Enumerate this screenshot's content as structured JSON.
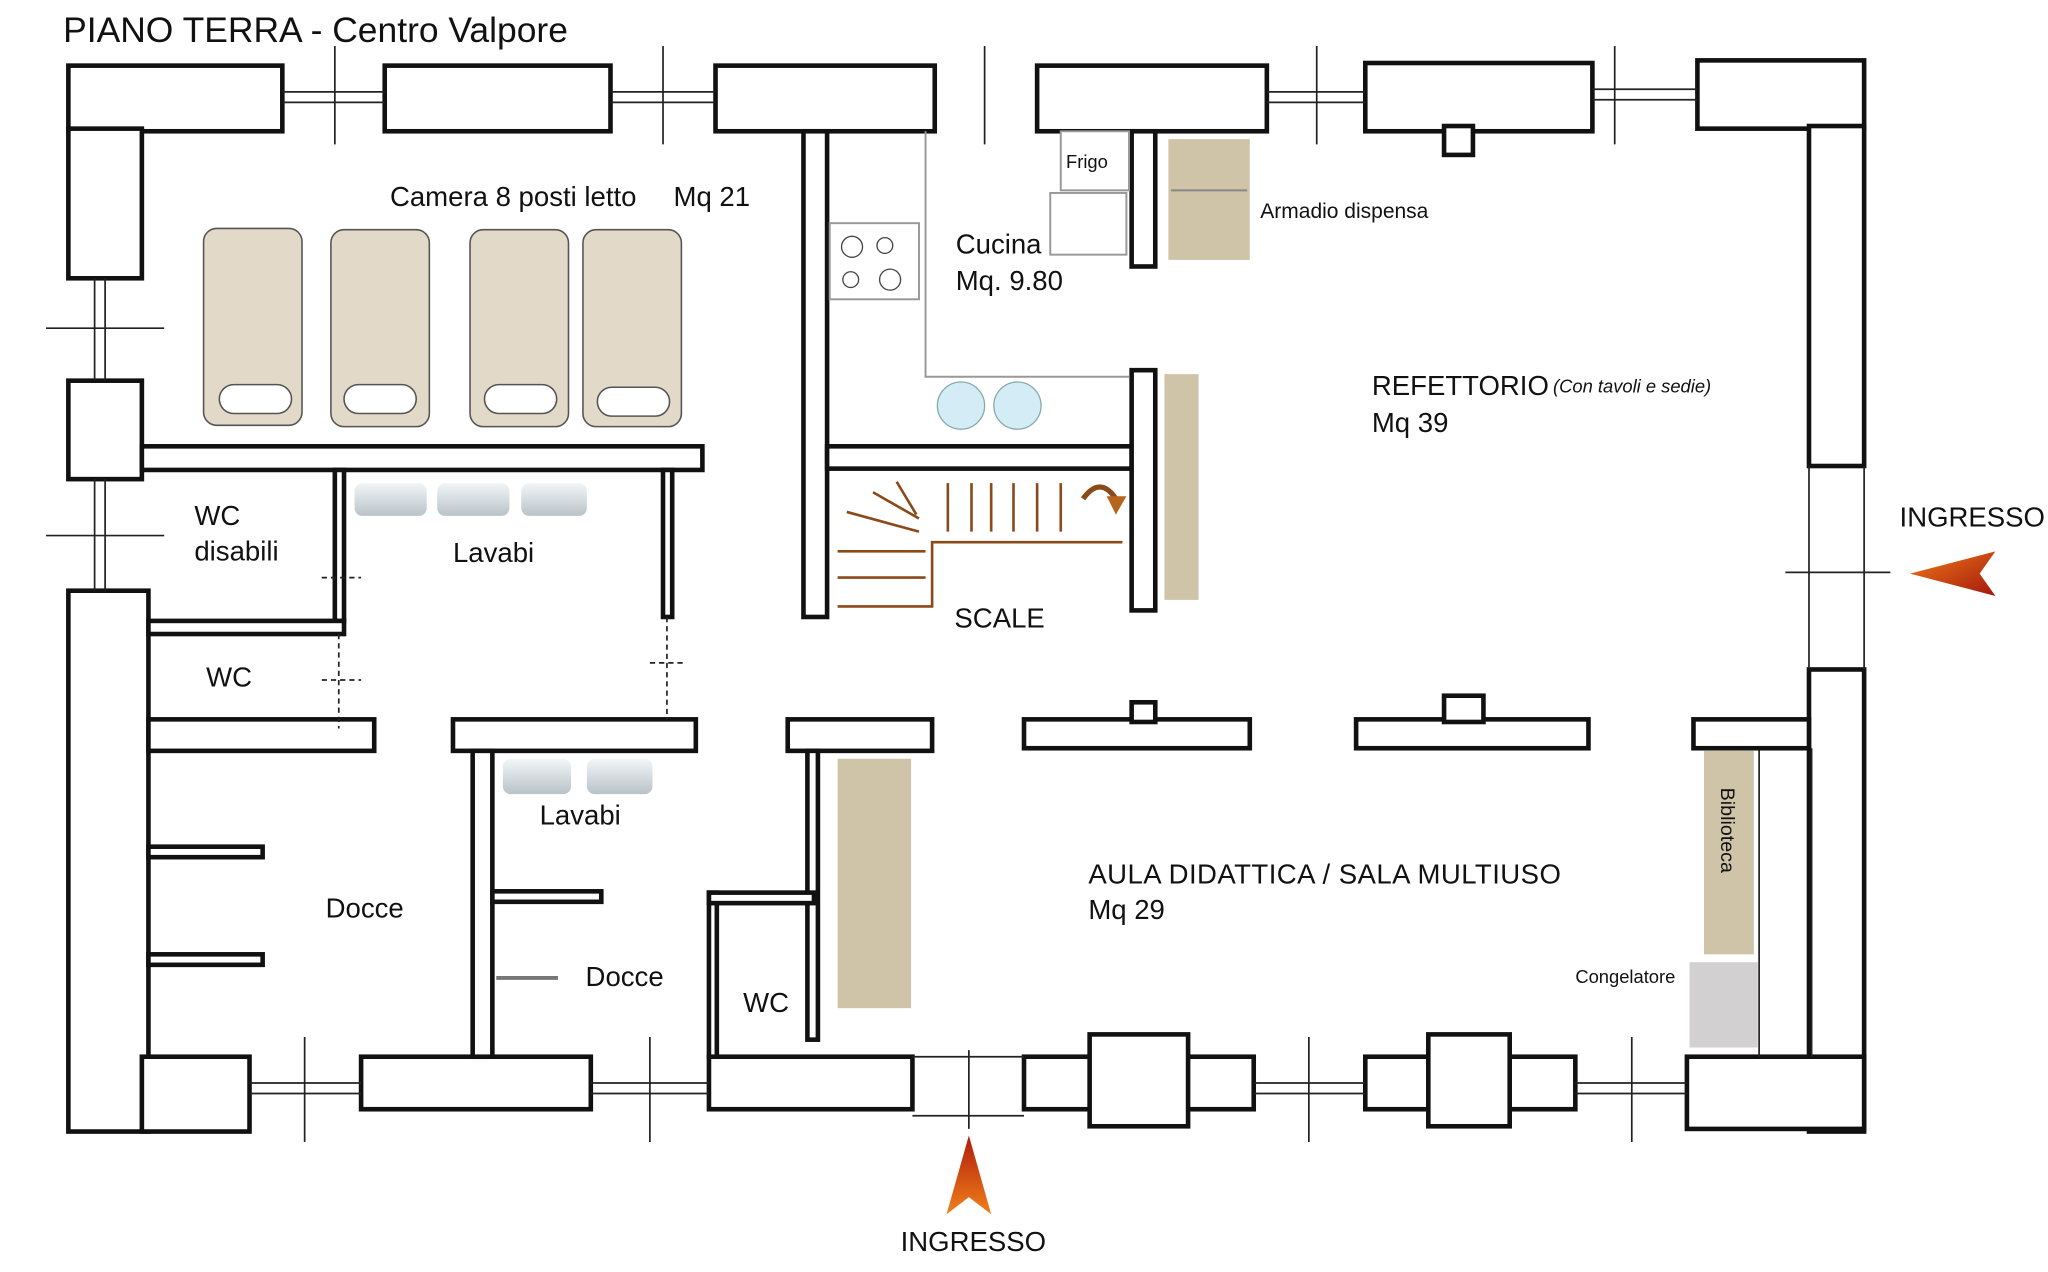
{
  "title": "PIANO TERRA - Centro Valpore",
  "rooms": {
    "camera": {
      "name": "Camera 8 posti letto",
      "area": "Mq 21"
    },
    "cucina": {
      "name": "Cucina",
      "area": "Mq. 9.80",
      "frigo": "Frigo"
    },
    "armadio": "Armadio dispensa",
    "refettorio": {
      "name": "REFETTORIO",
      "note": "(Con tavoli e sedie)",
      "area": "Mq 39"
    },
    "wc_disabili": {
      "line1": "WC",
      "line2": "disabili"
    },
    "lavabi_top": "Lavabi",
    "scale": "SCALE",
    "wc_left": "WC",
    "lavabi_bottom": "Lavabi",
    "docce_left": "Docce",
    "docce_right": "Docce",
    "wc_bottom": "WC",
    "aula": {
      "name": "AULA DIDATTICA / SALA MULTIUSO",
      "area": "Mq 29"
    },
    "biblioteca": "Biblioteca",
    "congelatore": "Congelatore"
  },
  "entrances": {
    "right": "INGRESSO",
    "bottom": "INGRESSO"
  },
  "colors": {
    "bed": "#e3d9c8",
    "furniture": "#cfc3a8",
    "freezer": "#d3d0d1",
    "sink": "#d4ecf5",
    "stair": "#8a4a1a",
    "arrow": "#e0520f"
  }
}
